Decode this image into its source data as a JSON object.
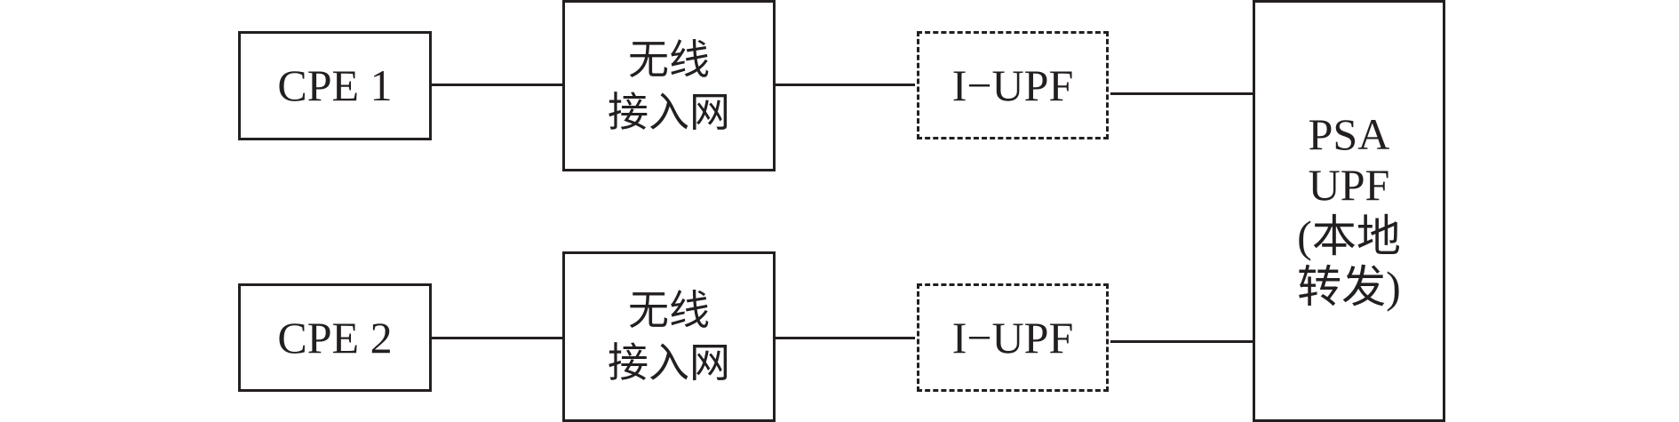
{
  "row1": {
    "cpe": "CPE 1",
    "ran_line1": "无线",
    "ran_line2": "接入网",
    "iupf": "I−UPF"
  },
  "row2": {
    "cpe": "CPE 2",
    "ran_line1": "无线",
    "ran_line2": "接入网",
    "iupf": "I−UPF"
  },
  "psa": {
    "line1": "PSA",
    "line2": "UPF",
    "line3": "(本地",
    "line4": "转发)"
  }
}
